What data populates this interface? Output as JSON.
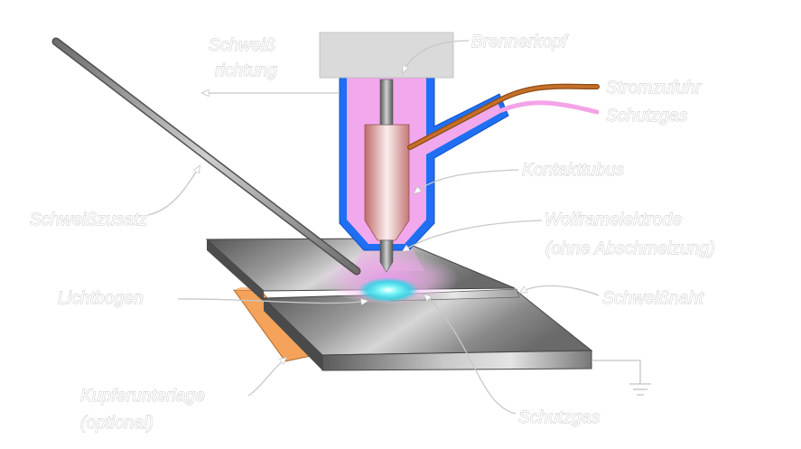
{
  "labels": {
    "schweiss_richtung_1": "Schweiß",
    "schweiss_richtung_2": "richtung",
    "brennerkopf": "Brennerkopf",
    "stromzufuhr": "Stromzufuhr",
    "schutzgas_hose": "Schutzgas",
    "kontakttubus": "Kontakttubus",
    "schweisszusatz": "Schweißzusatz",
    "wolframelektrode_1": "Wolframelektrode",
    "wolframelektrode_2": "(ohne Abschmelzung)",
    "lichtbogen": "Lichtbogen",
    "schweissnaht": "Schweißnaht",
    "kupferunterlage_1": "Kupferunterlage",
    "kupferunterlage_2": "(optional)",
    "schutzgas_bottom": "Schutzgas"
  },
  "colors": {
    "torch_body": "#f2a8ec",
    "torch_outline": "#1f6ff2",
    "power_cable": "#b8651f",
    "gas_hose": "#f5a3e8",
    "contact_tube": "#e8a098",
    "arc": "#33e6ee",
    "copper_backing": "#f5a25a",
    "plate": "#777777",
    "head": "#dadada",
    "label_text": "#ffffff",
    "label_outline": "#c4c4c4"
  }
}
